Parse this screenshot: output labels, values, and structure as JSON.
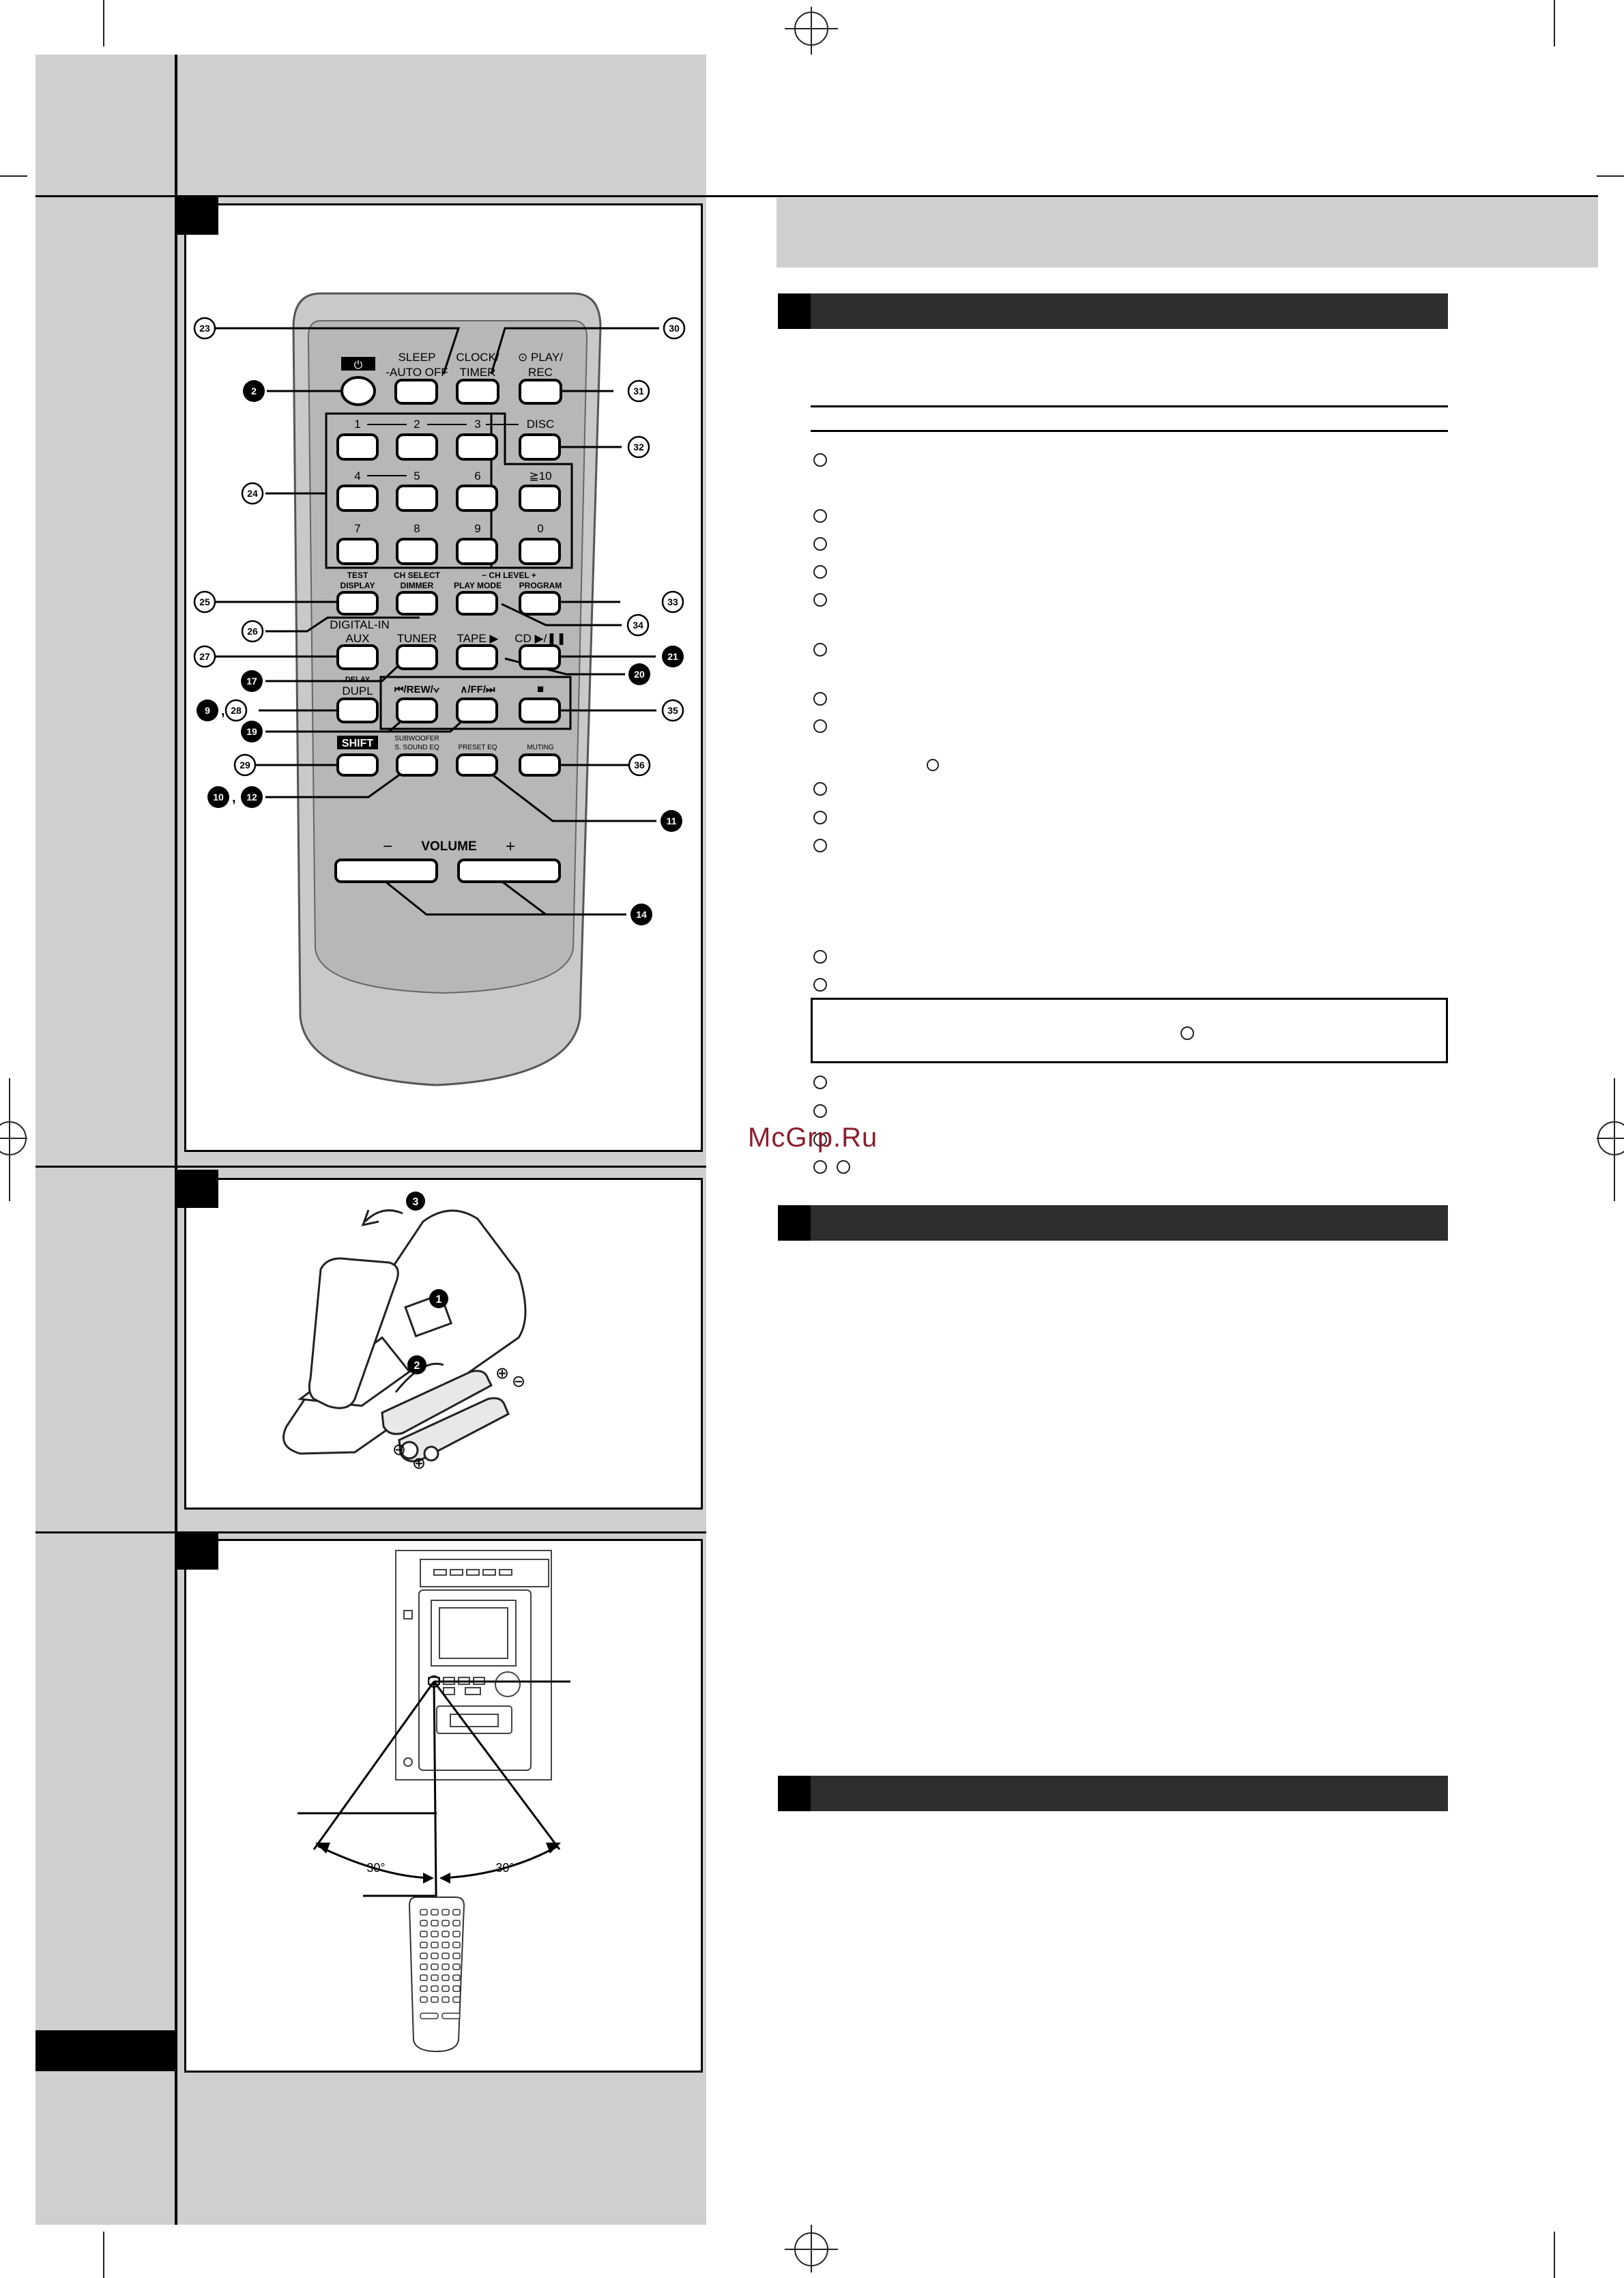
{
  "watermark": "McGrp.Ru",
  "remote": {
    "buttons": {
      "power_symbol": "⏻",
      "sleep": [
        "SLEEP",
        "-AUTO OFF"
      ],
      "clock": [
        "CLOCK/",
        "TIMER"
      ],
      "play_rec": [
        "⊙ PLAY/",
        "REC"
      ],
      "digits": [
        "1",
        "2",
        "3",
        "4",
        "5",
        "6",
        "≧10",
        "7",
        "8",
        "9",
        "0"
      ],
      "disc": "DISC",
      "test_display": [
        "TEST",
        "DISPLAY"
      ],
      "ch_select_dimmer": [
        "CH SELECT",
        "DIMMER"
      ],
      "ch_level": "−  CH LEVEL  +",
      "play_mode": "PLAY MODE",
      "program": "PROGRAM",
      "digital_in_aux": [
        "DIGITAL-IN",
        "AUX"
      ],
      "tuner": "TUNER",
      "tape": "TAPE ▶",
      "cd": "CD ▶/❚❚",
      "delay_dupl": [
        "DELAY",
        "DUPL"
      ],
      "rew": "⏮/REW/∨",
      "ff": "∧/FF/⏭",
      "stop": "■",
      "shift": "SHIFT",
      "subwoofer": [
        "SUBWOOFER",
        "S. SOUND EQ"
      ],
      "preset_eq": "PRESET EQ",
      "muting": "MUTING",
      "volume": "VOLUME",
      "vol_minus": "−",
      "vol_plus": "+"
    },
    "callouts": [
      "23",
      "30",
      "2",
      "31",
      "32",
      "24",
      "25",
      "33",
      "26",
      "34",
      "27",
      "21",
      "17",
      "20",
      "9",
      "28",
      "35",
      "19",
      "29",
      "36",
      "10",
      "12",
      "11",
      "14"
    ]
  },
  "battery": {
    "steps": [
      "3",
      "1",
      "2"
    ],
    "plus": "⊕",
    "minus": "⊖"
  },
  "range": {
    "left_angle": "30°",
    "right_angle": "30°"
  }
}
